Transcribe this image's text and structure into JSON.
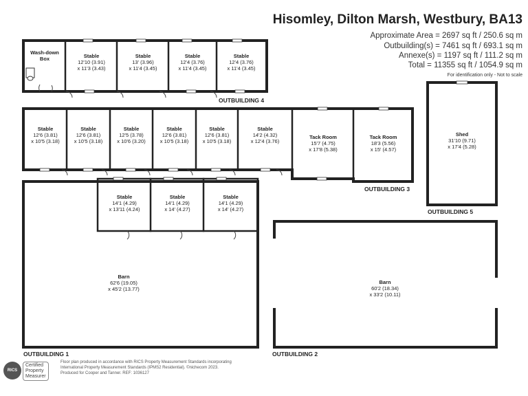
{
  "header": {
    "title": "Hisomley, Dilton Marsh, Westbury, BA13",
    "lines": [
      "Approximate Area = 2697 sq ft / 250.6 sq m",
      "Outbuilding(s) = 7461 sq ft / 693.1 sq m",
      "Annexe(s) = 1197 sq ft / 111.2 sq m",
      "Total = 11355 sq ft / 1054.9 sq m"
    ],
    "note": "For identification only - Not to scale"
  },
  "outbuildings": {
    "ob1": "OUTBUILDING 1",
    "ob2": "OUTBUILDING 2",
    "ob3": "OUTBUILDING 3",
    "ob4": "OUTBUILDING 4",
    "ob5": "OUTBUILDING 5"
  },
  "rooms": {
    "washdown": {
      "name": "Wash-down\nBox"
    },
    "ob4_s1": {
      "name": "Stable",
      "d1": "12'10 (3.91)",
      "d2": "x 11'3 (3.43)"
    },
    "ob4_s2": {
      "name": "Stable",
      "d1": "13' (3.96)",
      "d2": "x 11'4 (3.45)"
    },
    "ob4_s3": {
      "name": "Stable",
      "d1": "12'4 (3.76)",
      "d2": "x 11'4 (3.45)"
    },
    "ob4_s4": {
      "name": "Stable",
      "d1": "12'4 (3.76)",
      "d2": "x 11'4 (3.45)"
    },
    "r2_s1": {
      "name": "Stable",
      "d1": "12'6 (3.81)",
      "d2": "x 10'5 (3.18)"
    },
    "r2_s2": {
      "name": "Stable",
      "d1": "12'6 (3.81)",
      "d2": "x 10'5 (3.18)"
    },
    "r2_s3": {
      "name": "Stable",
      "d1": "12'5 (3.78)",
      "d2": "x 10'6 (3.20)"
    },
    "r2_s4": {
      "name": "Stable",
      "d1": "12'6 (3.81)",
      "d2": "x 10'5 (3.18)"
    },
    "r2_s5": {
      "name": "Stable",
      "d1": "12'6 (3.81)",
      "d2": "x 10'5 (3.18)"
    },
    "r2_s6": {
      "name": "Stable",
      "d1": "14'2 (4.32)",
      "d2": "x 12'4 (3.76)"
    },
    "tack1": {
      "name": "Tack Room",
      "d1": "15'7 (4.75)",
      "d2": "x 17'8 (5.38)"
    },
    "tack2": {
      "name": "Tack Room",
      "d1": "18'3 (5.56)",
      "d2": "x 15' (4.57)"
    },
    "shed": {
      "name": "Shed",
      "d1": "31'10 (9.71)",
      "d2": "x 17'4 (5.28)"
    },
    "b_s1": {
      "name": "Stable",
      "d1": "14'1 (4.29)",
      "d2": "x 13'11 (4.24)"
    },
    "b_s2": {
      "name": "Stable",
      "d1": "14'1 (4.29)",
      "d2": "x 14' (4.27)"
    },
    "b_s3": {
      "name": "Stable",
      "d1": "14'1 (4.29)",
      "d2": "x 14' (4.27)"
    },
    "barn1": {
      "name": "Barn",
      "d1": "62'6 (19.05)",
      "d2": "x 45'2 (13.77)"
    },
    "barn2": {
      "name": "Barn",
      "d1": "60'2 (18.34)",
      "d2": "x 33'2 (10.11)"
    }
  },
  "footer": {
    "rics": "RICS",
    "certified": [
      "Certified",
      "Property",
      "Measurer"
    ],
    "lines": [
      "Floor plan produced in accordance with RICS Property Measurement Standards incorporating",
      "International Property Measurement Standards (IPMS2 Residential). ©nichecom 2023.",
      "Produced for Cooper and Tanner.  REF: 1036127"
    ]
  }
}
